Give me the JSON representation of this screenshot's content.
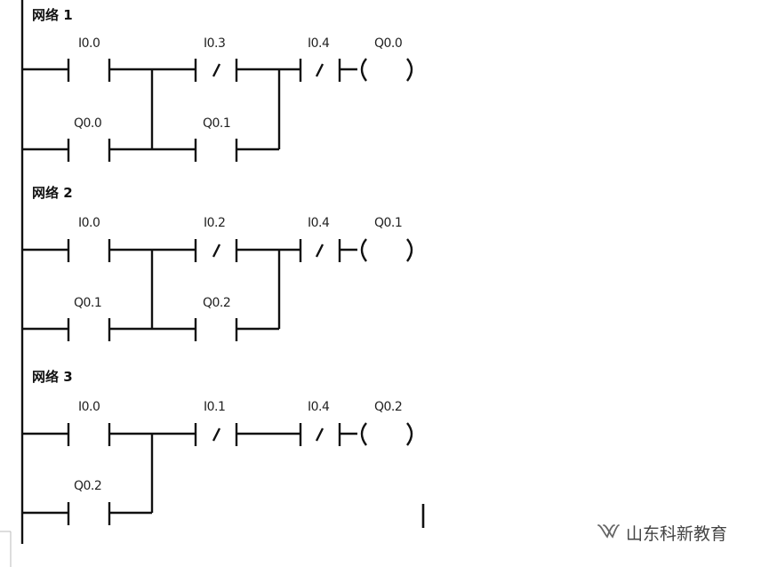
{
  "networks": [
    {
      "title": "网络 1",
      "rung1": {
        "no": "I0.0",
        "nc": "I0.3",
        "nc2": "I0.4",
        "coil": "Q0.0"
      },
      "rung2": {
        "no": "Q0.0",
        "no2": "Q0.1"
      }
    },
    {
      "title": "网络 2",
      "rung1": {
        "no": "I0.0",
        "nc": "I0.2",
        "nc2": "I0.4",
        "coil": "Q0.1"
      },
      "rung2": {
        "no": "Q0.1",
        "no2": "Q0.2"
      }
    },
    {
      "title": "网络 3",
      "rung1": {
        "no": "I0.0",
        "nc": "I0.1",
        "nc2": "I0.4",
        "coil": "Q0.2"
      },
      "rung2": {
        "no": "Q0.2"
      }
    }
  ],
  "watermark": {
    "text": "山东科新教育",
    "icon": "wechat-channel-icon"
  },
  "colors": {
    "line": "#111111"
  }
}
